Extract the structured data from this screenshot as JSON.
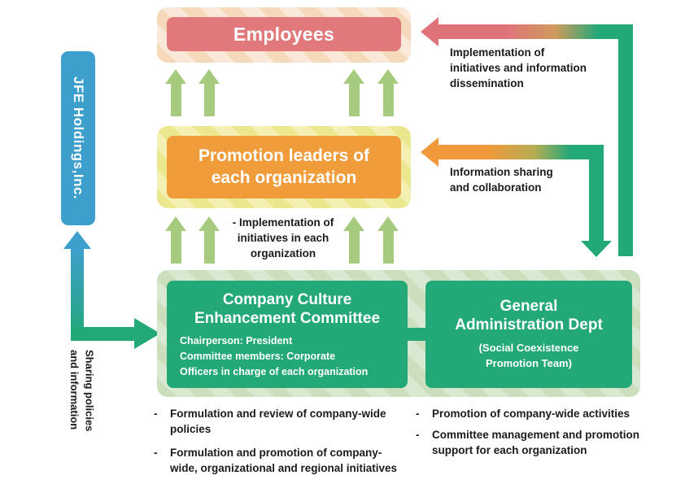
{
  "company": {
    "label": "JFE Holdings,Inc."
  },
  "boxes": {
    "employees": {
      "title": "Employees"
    },
    "promotion_leaders": {
      "title": "Promotion leaders of\neach organization"
    },
    "committee": {
      "title": "Company Culture\nEnhancement Committee",
      "details": "Chairperson: President\nCommittee members: Corporate\nOfficers in charge of each organization"
    },
    "admin_dept": {
      "title": "General\nAdministration Dept",
      "subtitle": "(Social Coexistence\nPromotion Team)"
    }
  },
  "arrows": {
    "implementation_dissemination": {
      "label": "Implementation of\ninitiatives and information\ndissemination"
    },
    "information_sharing": {
      "label": "Information sharing\nand collaboration"
    },
    "implementation_each_org": {
      "label": "-  Implementation of\ninitiatives in each\norganization"
    },
    "sharing_policies": {
      "label": "Sharing policies\nand information"
    }
  },
  "lists": {
    "bullet": "-",
    "committee_tasks": {
      "items": [
        "Formulation and review of company-wide\npolicies",
        "Formulation and promotion of company-\nwide, organizational and regional initiatives"
      ]
    },
    "admin_tasks": {
      "items": [
        "Promotion of company-wide activities",
        "Committee management and promotion\nsupport for each organization"
      ]
    }
  },
  "colors": {
    "blue": "#3d9fcc",
    "teal_green": "#23a877",
    "salmon": "#e0787c",
    "orange": "#f09c3b",
    "light_green_arrow": "#a7cb7e",
    "peach_bg": "#f6d8bb",
    "yellow_bg": "#ebe78e",
    "green_bg": "#cbdfbd",
    "text": "#1b1b1b"
  }
}
